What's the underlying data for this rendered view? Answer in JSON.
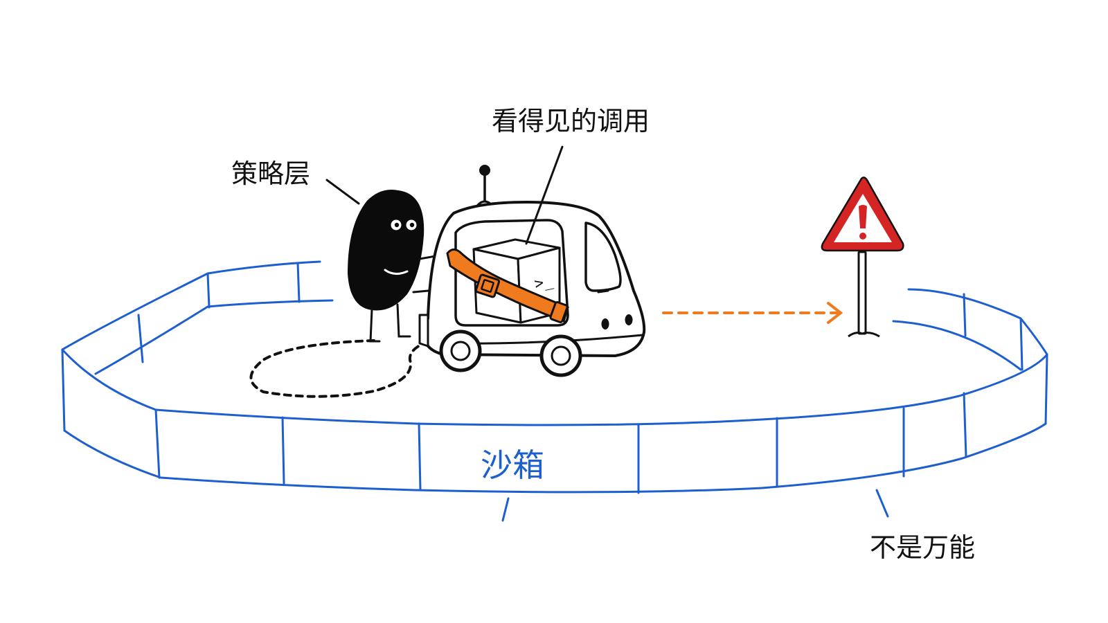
{
  "labels": {
    "policy_layer": "策略层",
    "visible_calls": "看得见的调用",
    "sandbox": "沙箱",
    "not_omnipotent": "不是万能"
  },
  "terminal_glyph": ">_",
  "colors": {
    "sandbox_blue": "#1e5fd0",
    "belt_orange": "#f07a1e",
    "warning_red": "#d42424",
    "ink": "#111111"
  },
  "icons": [
    "warning-sign-icon",
    "robot-car-icon",
    "blob-character-icon",
    "cube-icon"
  ]
}
